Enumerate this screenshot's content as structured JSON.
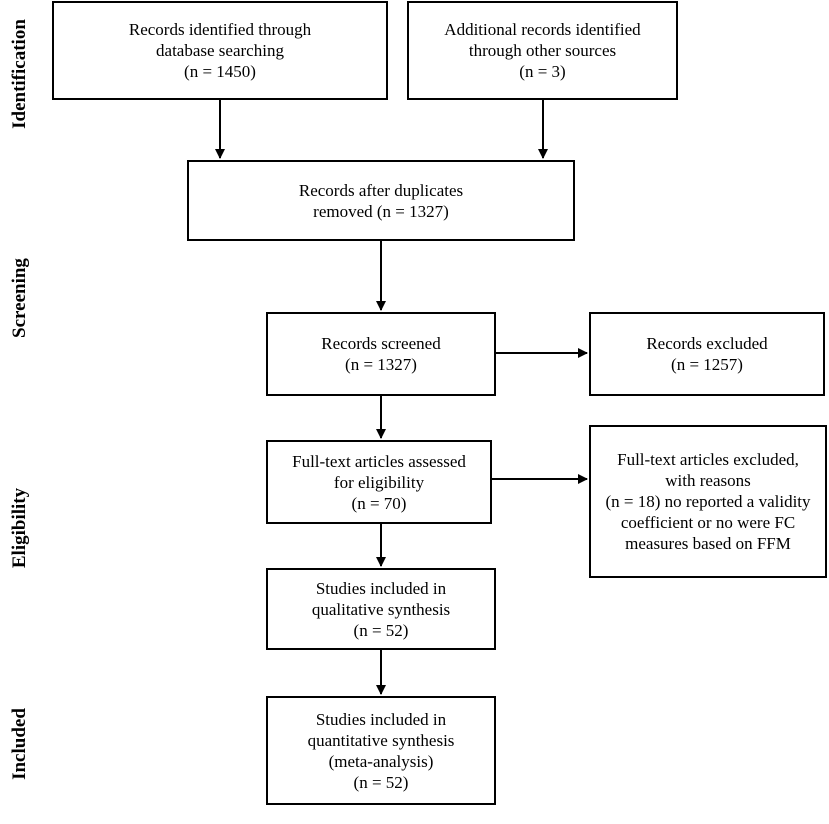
{
  "stages": {
    "identification": "Identification",
    "screening": "Screening",
    "eligibility": "Eligibility",
    "included": "Included"
  },
  "boxes": {
    "database_records": [
      "Records identified through",
      "database searching",
      "(n = 1450)"
    ],
    "other_records": [
      "Additional records identified",
      "through other sources",
      "(n = 3)"
    ],
    "after_duplicates": [
      "Records after duplicates",
      "removed (n = 1327)"
    ],
    "screened": [
      "Records screened",
      "(n = 1327)"
    ],
    "excluded": [
      "Records  excluded",
      "(n = 1257)"
    ],
    "fulltext_assessed": [
      "Full-text articles assessed",
      "for eligibility",
      "(n = 70)"
    ],
    "fulltext_excluded": [
      "Full-text articles excluded,",
      "with reasons",
      "(n = 18) no reported a validity",
      "coefficient or no were FC",
      "measures based on FFM"
    ],
    "qualitative": [
      "Studies included in",
      "qualitative synthesis",
      "(n = 52)"
    ],
    "quantitative": [
      "Studies included in",
      "quantitative synthesis",
      "(meta-analysis)",
      "(n = 52)"
    ]
  }
}
